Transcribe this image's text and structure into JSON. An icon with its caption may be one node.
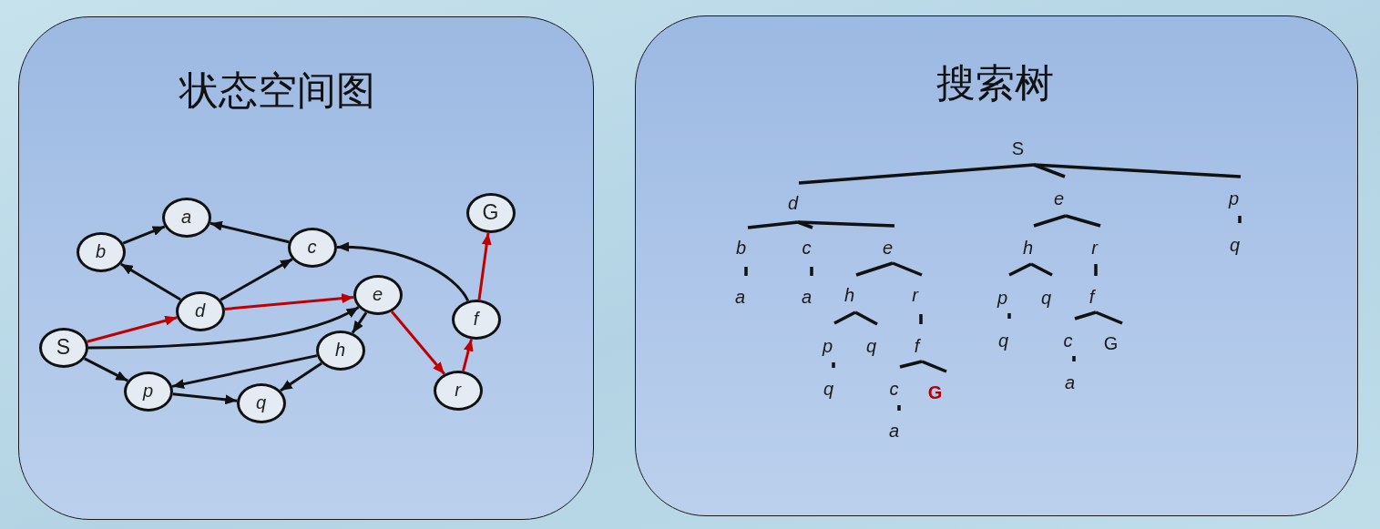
{
  "diagram": {
    "nodes": [
      {
        "text": [
          "状态空间图"
        ]
      },
      {
        "text": [
          "搜索树"
        ]
      },
      {
        "text": [
          "a"
        ],
        "in": 0
      },
      {
        "text": [
          "G"
        ],
        "in": 0
      },
      {
        "text": [
          "b"
        ],
        "in": 0
      },
      {
        "text": [
          "c"
        ],
        "in": 0
      },
      {
        "text": [
          "e"
        ],
        "in": 0
      },
      {
        "text": [
          "d"
        ],
        "in": 0
      },
      {
        "text": [
          "f"
        ],
        "in": 0
      },
      {
        "text": [
          "S"
        ],
        "in": 0
      },
      {
        "text": [
          "h"
        ],
        "in": 0
      },
      {
        "text": [
          "p"
        ],
        "in": 0
      },
      {
        "text": [
          "r"
        ],
        "in": 0
      },
      {
        "text": [
          "q"
        ],
        "in": 0
      },
      {
        "text": [
          "S"
        ],
        "in": 1
      },
      {
        "text": [
          "d"
        ],
        "in": 1
      },
      {
        "text": [
          "e"
        ],
        "in": 1
      },
      {
        "text": [
          "p"
        ],
        "in": 1
      },
      {
        "text": [
          "b"
        ],
        "in": 1
      },
      {
        "text": [
          "c"
        ],
        "in": 1
      },
      {
        "text": [
          "e"
        ],
        "in": 1
      },
      {
        "text": [
          "h"
        ],
        "in": 1
      },
      {
        "text": [
          "r"
        ],
        "in": 1
      },
      {
        "text": [
          "q"
        ],
        "in": 1
      },
      {
        "text": [
          "a"
        ],
        "in": 1
      },
      {
        "text": [
          "a"
        ],
        "in": 1
      },
      {
        "text": [
          "h"
        ],
        "in": 1
      },
      {
        "text": [
          "r"
        ],
        "in": 1
      },
      {
        "text": [
          "p"
        ],
        "in": 1
      },
      {
        "text": [
          "q"
        ],
        "in": 1
      },
      {
        "text": [
          "f"
        ],
        "in": 1
      },
      {
        "text": [
          "p"
        ],
        "in": 1
      },
      {
        "text": [
          "q"
        ],
        "in": 1
      },
      {
        "text": [
          "f"
        ],
        "in": 1
      },
      {
        "text": [
          "q"
        ],
        "in": 1
      },
      {
        "text": [
          "c"
        ],
        "in": 1
      },
      {
        "text": [
          "G"
        ],
        "in": 1
      },
      {
        "text": [
          "q"
        ],
        "in": 1
      },
      {
        "text": [
          "c"
        ],
        "in": 1
      },
      {
        "text": [
          "G"
        ],
        "in": 1
      },
      {
        "text": [
          "a"
        ],
        "in": 1
      },
      {
        "text": [
          "a"
        ],
        "in": 1
      }
    ],
    "edges": [
      {
        "from": 4,
        "to": 2,
        "arrow": "to"
      },
      {
        "from": 5,
        "to": 2,
        "arrow": "to"
      },
      {
        "from": 7,
        "to": 4,
        "arrow": "to"
      },
      {
        "from": 7,
        "to": 5,
        "arrow": "to"
      },
      {
        "from": 9,
        "to": 7,
        "arrow": "to",
        "color": "#c00000"
      },
      {
        "from": 7,
        "to": 6,
        "arrow": "to",
        "color": "#c00000"
      },
      {
        "from": 9,
        "to": 6,
        "arrow": "to"
      },
      {
        "from": 9,
        "to": 11,
        "arrow": "to"
      },
      {
        "from": 6,
        "to": 10,
        "arrow": "to"
      },
      {
        "from": 6,
        "to": 12,
        "arrow": "to",
        "color": "#c00000"
      },
      {
        "from": 10,
        "to": 11,
        "arrow": "to"
      },
      {
        "from": 10,
        "to": 13,
        "arrow": "to"
      },
      {
        "from": 11,
        "to": 13,
        "arrow": "to"
      },
      {
        "from": 12,
        "to": 8,
        "arrow": "to",
        "color": "#c00000"
      },
      {
        "from": 8,
        "to": 5,
        "arrow": "to"
      },
      {
        "from": 8,
        "to": 3,
        "arrow": "to",
        "color": "#c00000"
      },
      {
        "from": 14,
        "to": 15,
        "arrow": "none"
      },
      {
        "from": 14,
        "to": 16,
        "arrow": "none"
      },
      {
        "from": 14,
        "to": 17,
        "arrow": "none"
      },
      {
        "from": 15,
        "to": 18,
        "arrow": "none"
      },
      {
        "from": 15,
        "to": 19,
        "arrow": "none"
      },
      {
        "from": 15,
        "to": 20,
        "arrow": "none"
      },
      {
        "from": 16,
        "to": 21,
        "arrow": "none"
      },
      {
        "from": 16,
        "to": 22,
        "arrow": "none"
      },
      {
        "from": 17,
        "to": 23,
        "arrow": "none"
      },
      {
        "from": 18,
        "to": 24,
        "arrow": "none"
      },
      {
        "from": 19,
        "to": 25,
        "arrow": "none"
      },
      {
        "from": 20,
        "to": 26,
        "arrow": "none"
      },
      {
        "from": 20,
        "to": 27,
        "arrow": "none"
      },
      {
        "from": 21,
        "to": 28,
        "arrow": "none"
      },
      {
        "from": 21,
        "to": 29,
        "arrow": "none"
      },
      {
        "from": 22,
        "to": 30,
        "arrow": "none"
      },
      {
        "from": 26,
        "to": 31,
        "arrow": "none"
      },
      {
        "from": 26,
        "to": 32,
        "arrow": "none"
      },
      {
        "from": 27,
        "to": 33,
        "arrow": "none"
      },
      {
        "from": 28,
        "to": 34,
        "arrow": "none"
      },
      {
        "from": 30,
        "to": 35,
        "arrow": "none"
      },
      {
        "from": 30,
        "to": 36,
        "arrow": "none"
      },
      {
        "from": 31,
        "to": 37,
        "arrow": "none"
      },
      {
        "from": 33,
        "to": 38,
        "arrow": "none"
      },
      {
        "from": 33,
        "to": 39,
        "arrow": "none"
      },
      {
        "from": 35,
        "to": 40,
        "arrow": "none"
      },
      {
        "from": 38,
        "to": 41,
        "arrow": "none"
      }
    ]
  }
}
